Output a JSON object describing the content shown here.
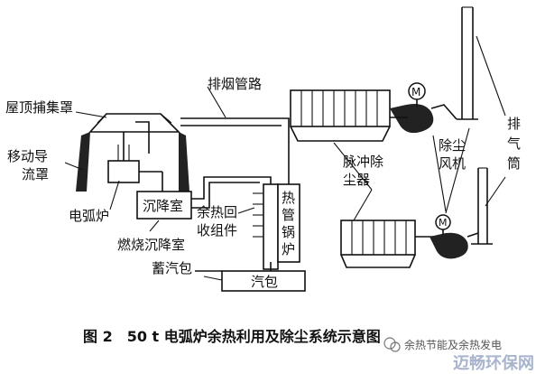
{
  "labels": {
    "roof_hood": "屋顶捕集罩",
    "movable_hood_l1": "移动导",
    "movable_hood_l2": "流罩",
    "eaf": "电弧炉",
    "settling_chamber": "沉降室",
    "combustion_settling": "燃烧沉降室",
    "heat_recovery_l1": "余热回",
    "heat_recovery_l2": "收组件",
    "heat_pipe_boiler": [
      "热",
      "管",
      "锅",
      "炉"
    ],
    "steam_accumulator": "蓄汽包",
    "steam_drum": "汽包",
    "flue_pipe": "排烟管路",
    "pulse_dust_l1": "脉冲除",
    "pulse_dust_l2": "尘器",
    "fan_l1": "除尘",
    "fan_l2": "风机",
    "stack": [
      "排",
      "气",
      "筒"
    ],
    "motor": "M"
  },
  "caption": "图 2　50 t 电弧炉余热利用及除尘系统示意图",
  "watermark": {
    "wechat": "余热节能及余热发电",
    "brand": "迈畅环保网"
  }
}
